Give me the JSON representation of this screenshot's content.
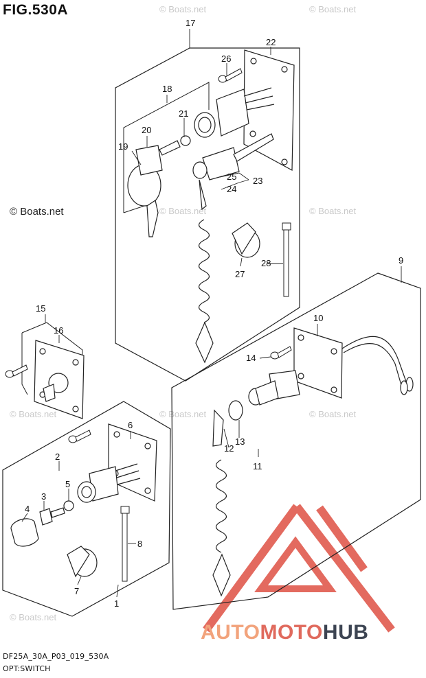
{
  "figure": {
    "title": "FIG.530A"
  },
  "watermark": {
    "text": "© Boats.net",
    "main_text": "© Boats.net"
  },
  "callouts": [
    "17",
    "22",
    "26",
    "18",
    "21",
    "20",
    "19",
    "25",
    "23",
    "24",
    "27",
    "28",
    "9",
    "10",
    "15",
    "16",
    "14",
    "6",
    "13",
    "12",
    "11",
    "2",
    "5",
    "3",
    "4",
    "8",
    "7",
    "1"
  ],
  "footer": {
    "code": "DF25A_30A_P03_019_530A",
    "caption": "OPT:SWITCH"
  },
  "logo": {
    "part1": "AUTO",
    "part2": "MOTO",
    "part3": "HUB",
    "colors": {
      "triangle": "#e05a4e",
      "auto": "#f2a37c",
      "moto": "#e06a5d",
      "hub": "#3c4452"
    }
  }
}
